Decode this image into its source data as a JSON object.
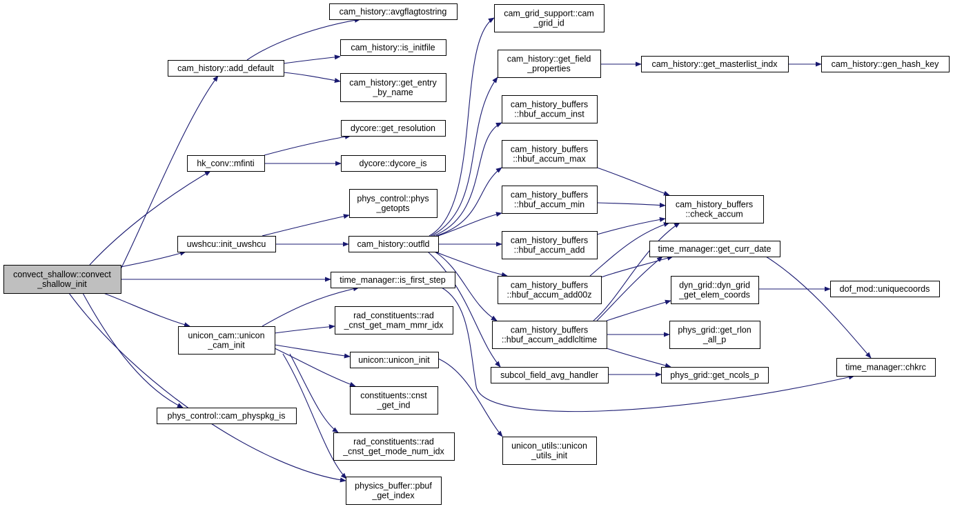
{
  "graph": {
    "colors": {
      "edge": "#191970",
      "node_fill": "#ffffff",
      "root_fill": "#bfbfbf",
      "border": "#000000"
    },
    "nodes": [
      {
        "id": "n_root",
        "lines": [
          "convect_shallow::convect",
          "_shallow_init"
        ],
        "root": true
      },
      {
        "id": "n_add_default",
        "lines": [
          "cam_history::add_default"
        ]
      },
      {
        "id": "n_avgflag",
        "lines": [
          "cam_history::avgflagtostring"
        ]
      },
      {
        "id": "n_is_initfile",
        "lines": [
          "cam_history::is_initfile"
        ]
      },
      {
        "id": "n_get_entry",
        "lines": [
          "cam_history::get_entry",
          "_by_name"
        ]
      },
      {
        "id": "n_get_resolution",
        "lines": [
          "dycore::get_resolution"
        ]
      },
      {
        "id": "n_mfinti",
        "lines": [
          "hk_conv::mfinti"
        ]
      },
      {
        "id": "n_dycore_is",
        "lines": [
          "dycore::dycore_is"
        ]
      },
      {
        "id": "n_phys_getopts",
        "lines": [
          "phys_control::phys",
          "_getopts"
        ]
      },
      {
        "id": "n_init_uwshcu",
        "lines": [
          "uwshcu::init_uwshcu"
        ]
      },
      {
        "id": "n_outfld",
        "lines": [
          "cam_history::outfld"
        ]
      },
      {
        "id": "n_is_first_step",
        "lines": [
          "time_manager::is_first_step"
        ]
      },
      {
        "id": "n_rad_mam_mmr",
        "lines": [
          "rad_constituents::rad",
          "_cnst_get_mam_mmr_idx"
        ]
      },
      {
        "id": "n_unicon_cam_init",
        "lines": [
          "unicon_cam::unicon",
          "_cam_init"
        ]
      },
      {
        "id": "n_unicon_init",
        "lines": [
          "unicon::unicon_init"
        ]
      },
      {
        "id": "n_cnst_get_ind",
        "lines": [
          "constituents::cnst",
          "_get_ind"
        ]
      },
      {
        "id": "n_cam_physpkg_is",
        "lines": [
          "phys_control::cam_physpkg_is"
        ]
      },
      {
        "id": "n_rad_mode_num",
        "lines": [
          "rad_constituents::rad",
          "_cnst_get_mode_num_idx"
        ]
      },
      {
        "id": "n_pbuf_get_index",
        "lines": [
          "physics_buffer::pbuf",
          "_get_index"
        ]
      },
      {
        "id": "n_cam_grid_id",
        "lines": [
          "cam_grid_support::cam",
          "_grid_id"
        ]
      },
      {
        "id": "n_get_field_props",
        "lines": [
          "cam_history::get_field",
          "_properties"
        ]
      },
      {
        "id": "n_hbuf_inst",
        "lines": [
          "cam_history_buffers",
          "::hbuf_accum_inst"
        ]
      },
      {
        "id": "n_hbuf_max",
        "lines": [
          "cam_history_buffers",
          "::hbuf_accum_max"
        ]
      },
      {
        "id": "n_hbuf_min",
        "lines": [
          "cam_history_buffers",
          "::hbuf_accum_min"
        ]
      },
      {
        "id": "n_hbuf_add",
        "lines": [
          "cam_history_buffers",
          "::hbuf_accum_add"
        ]
      },
      {
        "id": "n_hbuf_add00z",
        "lines": [
          "cam_history_buffers",
          "::hbuf_accum_add00z"
        ]
      },
      {
        "id": "n_hbuf_addlcltime",
        "lines": [
          "cam_history_buffers",
          "::hbuf_accum_addlcltime"
        ]
      },
      {
        "id": "n_subcol_avg",
        "lines": [
          "subcol_field_avg_handler"
        ]
      },
      {
        "id": "n_unicon_utils_init",
        "lines": [
          "unicon_utils::unicon",
          "_utils_init"
        ]
      },
      {
        "id": "n_get_masterlist",
        "lines": [
          "cam_history::get_masterlist_indx"
        ]
      },
      {
        "id": "n_gen_hash_key",
        "lines": [
          "cam_history::gen_hash_key"
        ]
      },
      {
        "id": "n_check_accum",
        "lines": [
          "cam_history_buffers",
          "::check_accum"
        ]
      },
      {
        "id": "n_get_curr_date",
        "lines": [
          "time_manager::get_curr_date"
        ]
      },
      {
        "id": "n_dyn_grid_coords",
        "lines": [
          "dyn_grid::dyn_grid",
          "_get_elem_coords"
        ]
      },
      {
        "id": "n_get_rlon",
        "lines": [
          "phys_grid::get_rlon",
          "_all_p"
        ]
      },
      {
        "id": "n_get_ncols",
        "lines": [
          "phys_grid::get_ncols_p"
        ]
      },
      {
        "id": "n_uniquecoords",
        "lines": [
          "dof_mod::uniquecoords"
        ]
      },
      {
        "id": "n_chkrc",
        "lines": [
          "time_manager::chkrc"
        ]
      }
    ]
  }
}
